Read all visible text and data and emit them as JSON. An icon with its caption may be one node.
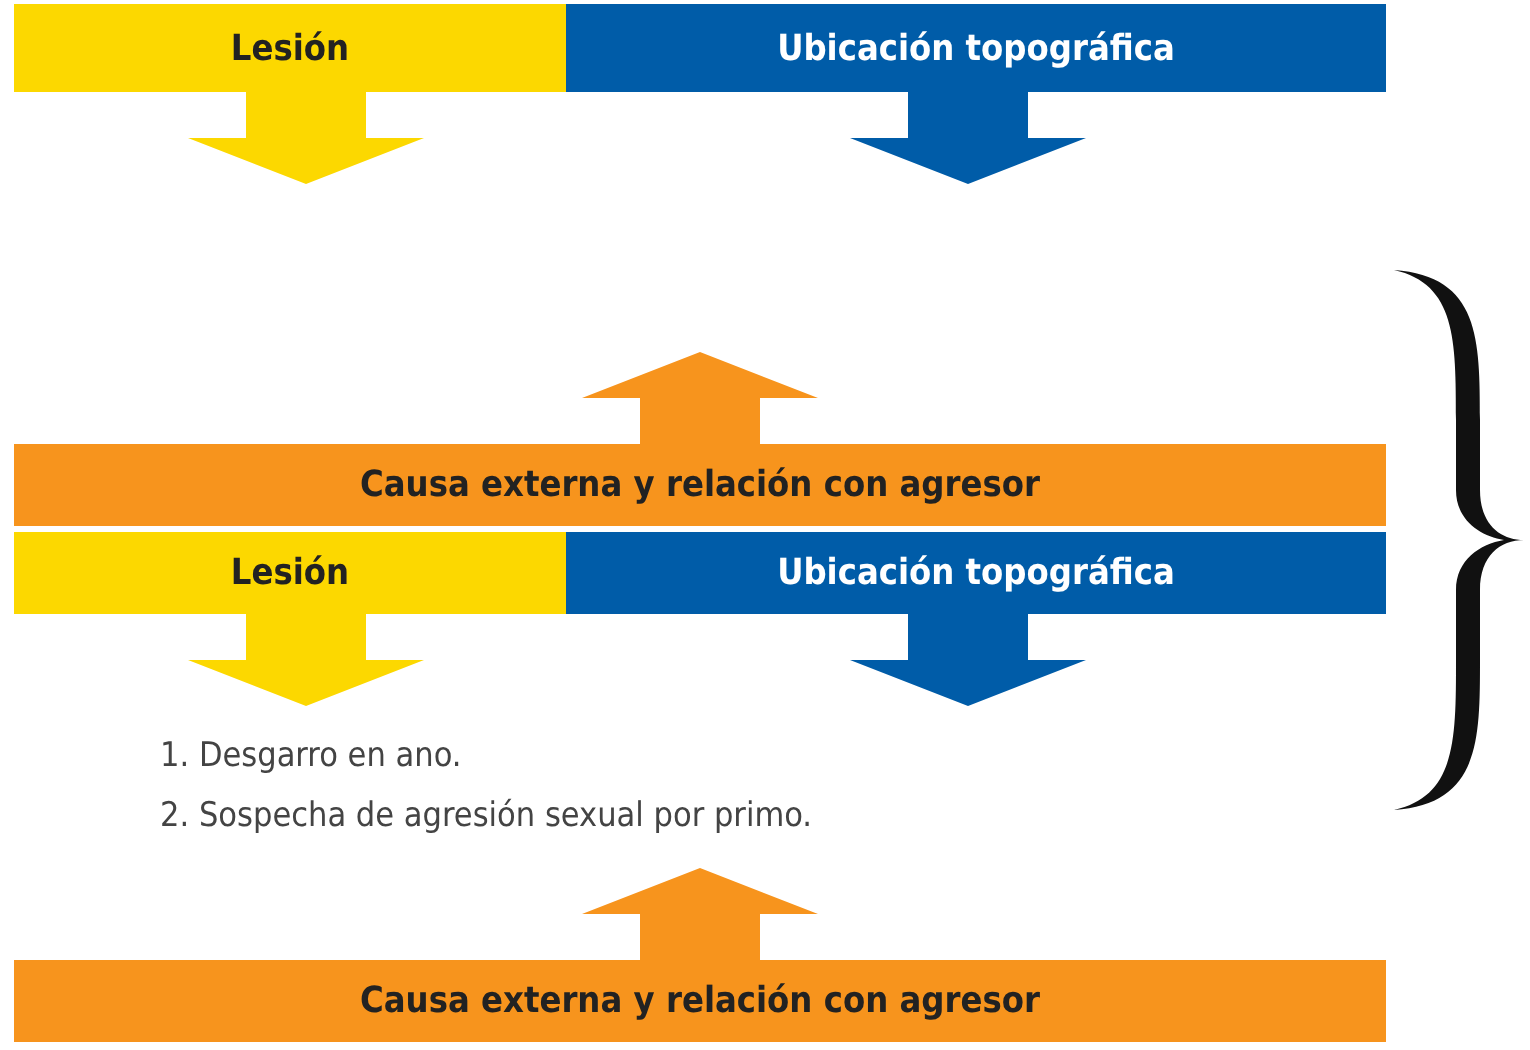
{
  "diagram": {
    "nodes": [
      {
        "text": [
          "Lesión"
        ]
      },
      {
        "text": [
          "Ubicación topográfica"
        ]
      },
      {
        "text": [
          "Causa externa y relación con agresor"
        ]
      },
      {
        "text": [
          "Lesión"
        ]
      },
      {
        "text": [
          "Ubicación topográfica"
        ]
      },
      {
        "text": [
          "Causa externa y relación con agresor"
        ]
      }
    ],
    "edges": [
      {
        "from": 0,
        "to": null,
        "arrow": "to",
        "style": "thick",
        "color": "#fcd800"
      },
      {
        "from": 1,
        "to": null,
        "arrow": "to",
        "style": "thick",
        "color": "#005ca8"
      },
      {
        "from": 2,
        "to": null,
        "arrow": "to",
        "style": "thick",
        "color": "#f7941d"
      },
      {
        "from": 3,
        "to": null,
        "arrow": "to",
        "style": "thick",
        "color": "#fcd800"
      },
      {
        "from": 4,
        "to": null,
        "arrow": "to",
        "style": "thick",
        "color": "#005ca8"
      },
      {
        "from": 5,
        "to": null,
        "arrow": "to",
        "style": "thick",
        "color": "#f7941d"
      }
    ],
    "labels": [
      "1. Desgarro en ano.",
      "2. Sospecha de agresión sexual por primo."
    ]
  }
}
